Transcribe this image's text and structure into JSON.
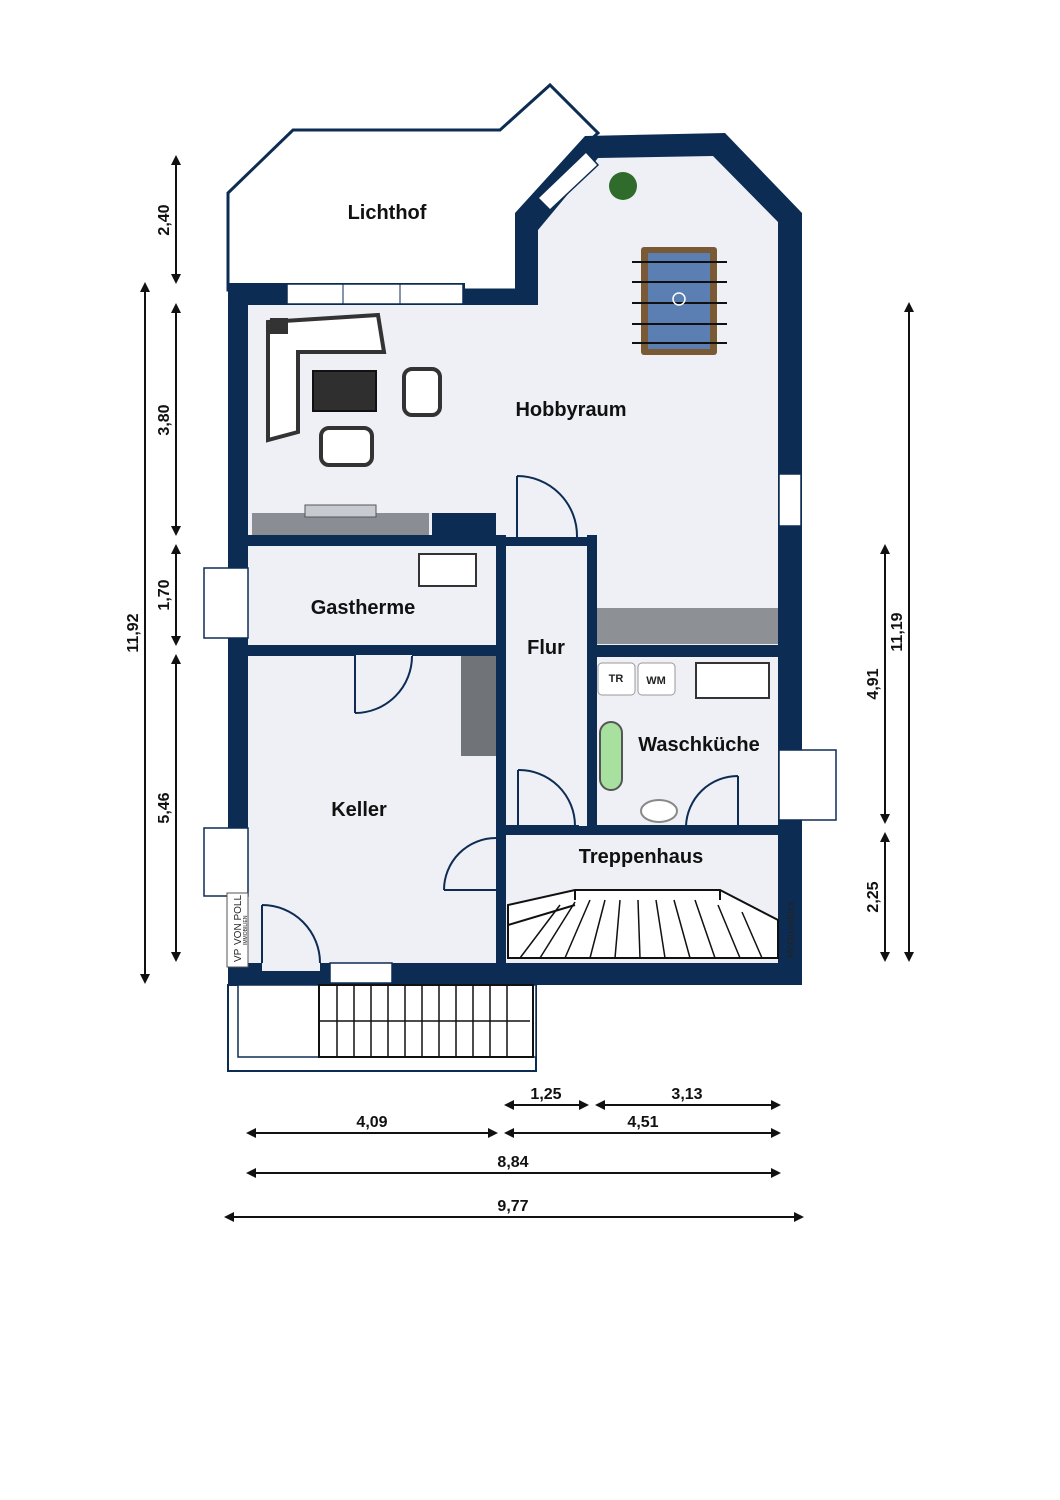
{
  "rooms": {
    "lichthof": "Lichthof",
    "hobbyraum": "Hobbyraum",
    "gastherme": "Gastherme",
    "flur": "Flur",
    "keller": "Keller",
    "waschkueche": "Waschküche",
    "treppenhaus": "Treppenhaus"
  },
  "appliances": {
    "dryer": "TR",
    "washer": "WM"
  },
  "dimensions": {
    "left_2_40": "2,40",
    "left_3_80": "3,80",
    "left_1_70": "1,70",
    "left_5_46": "5,46",
    "left_total": "11,92",
    "right_4_91": "4,91",
    "right_2_25": "2,25",
    "right_total": "11,19",
    "bottom_1_25": "1,25",
    "bottom_3_13": "3,13",
    "bottom_4_09": "4,09",
    "bottom_4_51": "4,51",
    "bottom_8_84": "8,84",
    "bottom_9_77": "9,77"
  },
  "branding": {
    "credit": "McGrundriss",
    "logo_text": "VON POLL",
    "logo_subtext": "IMMOBILIEN",
    "logo_mark": "VP"
  },
  "colors": {
    "walls": "#0d2c54",
    "floor": "#eef0f5"
  }
}
